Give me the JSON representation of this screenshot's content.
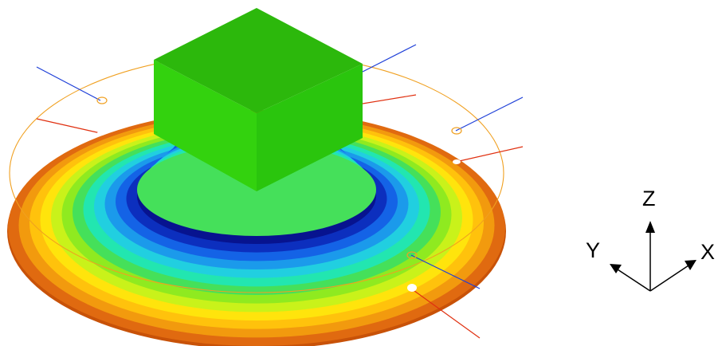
{
  "axes_triad": {
    "z_label": "Z",
    "y_label": "Y",
    "x_label": "X"
  },
  "palette": {
    "contour_bands_outer_to_inner": [
      "#e06a10",
      "#f29a0e",
      "#ffc20c",
      "#ffe40c",
      "#c9f21a",
      "#8fea20",
      "#45e05a",
      "#22e6b0",
      "#21cfe0",
      "#1b9aeb",
      "#1463e6",
      "#0c2fbe",
      "#07138f"
    ],
    "inner_bands_inside_to_out": [
      "#0c2fbe",
      "#1463e6",
      "#1b9aeb",
      "#21cfe0",
      "#22e6b0",
      "#45e05a"
    ],
    "cube_top": "#2cb80c",
    "cube_left": "#33d20e",
    "cube_right": "#2ac50d",
    "support_ring": "#f0a020",
    "blue_line": "#1e3fd8",
    "red_line": "#e03010",
    "marker_fill": "#ffffff"
  }
}
